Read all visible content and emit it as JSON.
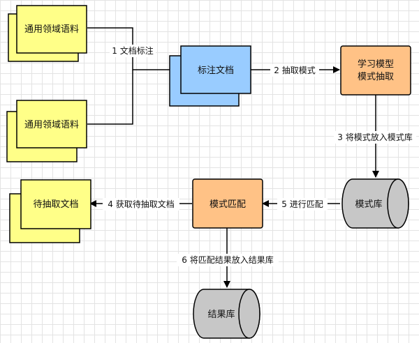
{
  "nodes": {
    "corpus_top": "通用领域语料",
    "corpus_bottom": "通用领域语料",
    "annotated_docs": "标注文档",
    "learn_model_line1": "学习模型",
    "learn_model_line2": "模式抽取",
    "pattern_db": "模式库",
    "pattern_match": "模式匹配",
    "docs_to_extract": "待抽取文档",
    "result_db": "结果库"
  },
  "edges": {
    "step1": "1 文档标注",
    "step2": "2 抽取模式",
    "step3": "3 将模式放入模式库",
    "step4": "4 获取待抽取文档",
    "step5": "5 进行匹配",
    "step6": "6 将匹配结果放入结果库"
  },
  "colors": {
    "document_yellow": "#ffff88",
    "annotated_blue": "#99ccff",
    "process_orange": "#ffc286",
    "database_gray": "#c7c7c7",
    "stroke": "#000000"
  }
}
